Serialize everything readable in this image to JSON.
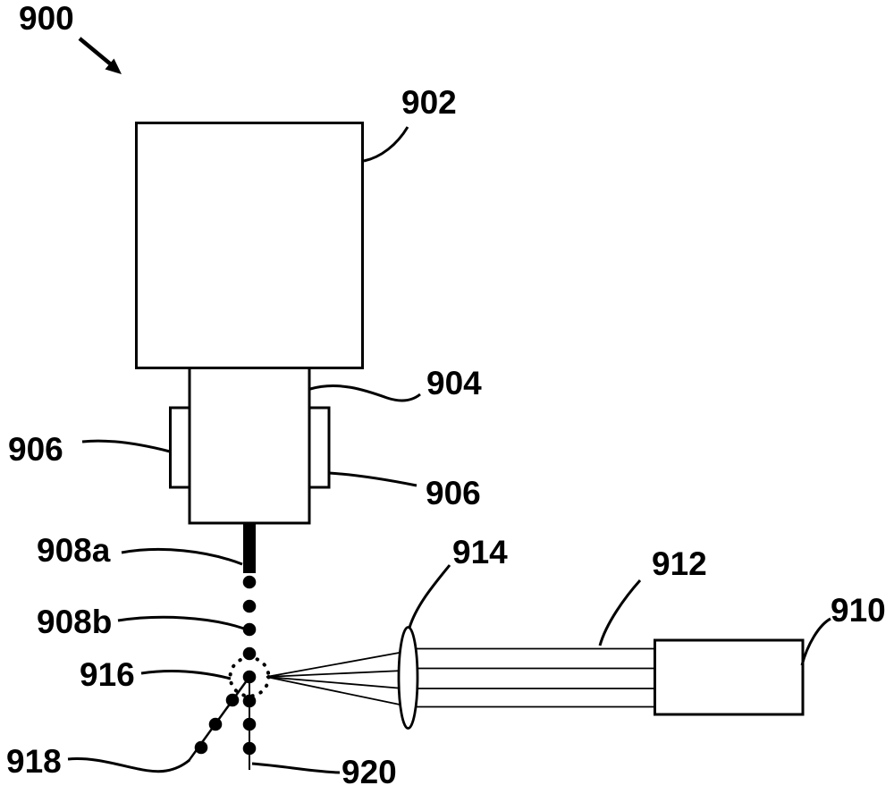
{
  "figure": {
    "type": "patent-style-schematic",
    "reference_numerals": [
      "900",
      "902",
      "904",
      "906",
      "906",
      "908a",
      "908b",
      "910",
      "912",
      "914",
      "916",
      "918",
      "920"
    ]
  },
  "labels": {
    "l900": "900",
    "l902": "902",
    "l904": "904",
    "l906_left": "906",
    "l906_right": "906",
    "l908a": "908a",
    "l908b": "908b",
    "l910": "910",
    "l912": "912",
    "l914": "914",
    "l916": "916",
    "l918": "918",
    "l920": "920"
  },
  "colors": {
    "ink": "#000000",
    "paper": "#ffffff"
  }
}
